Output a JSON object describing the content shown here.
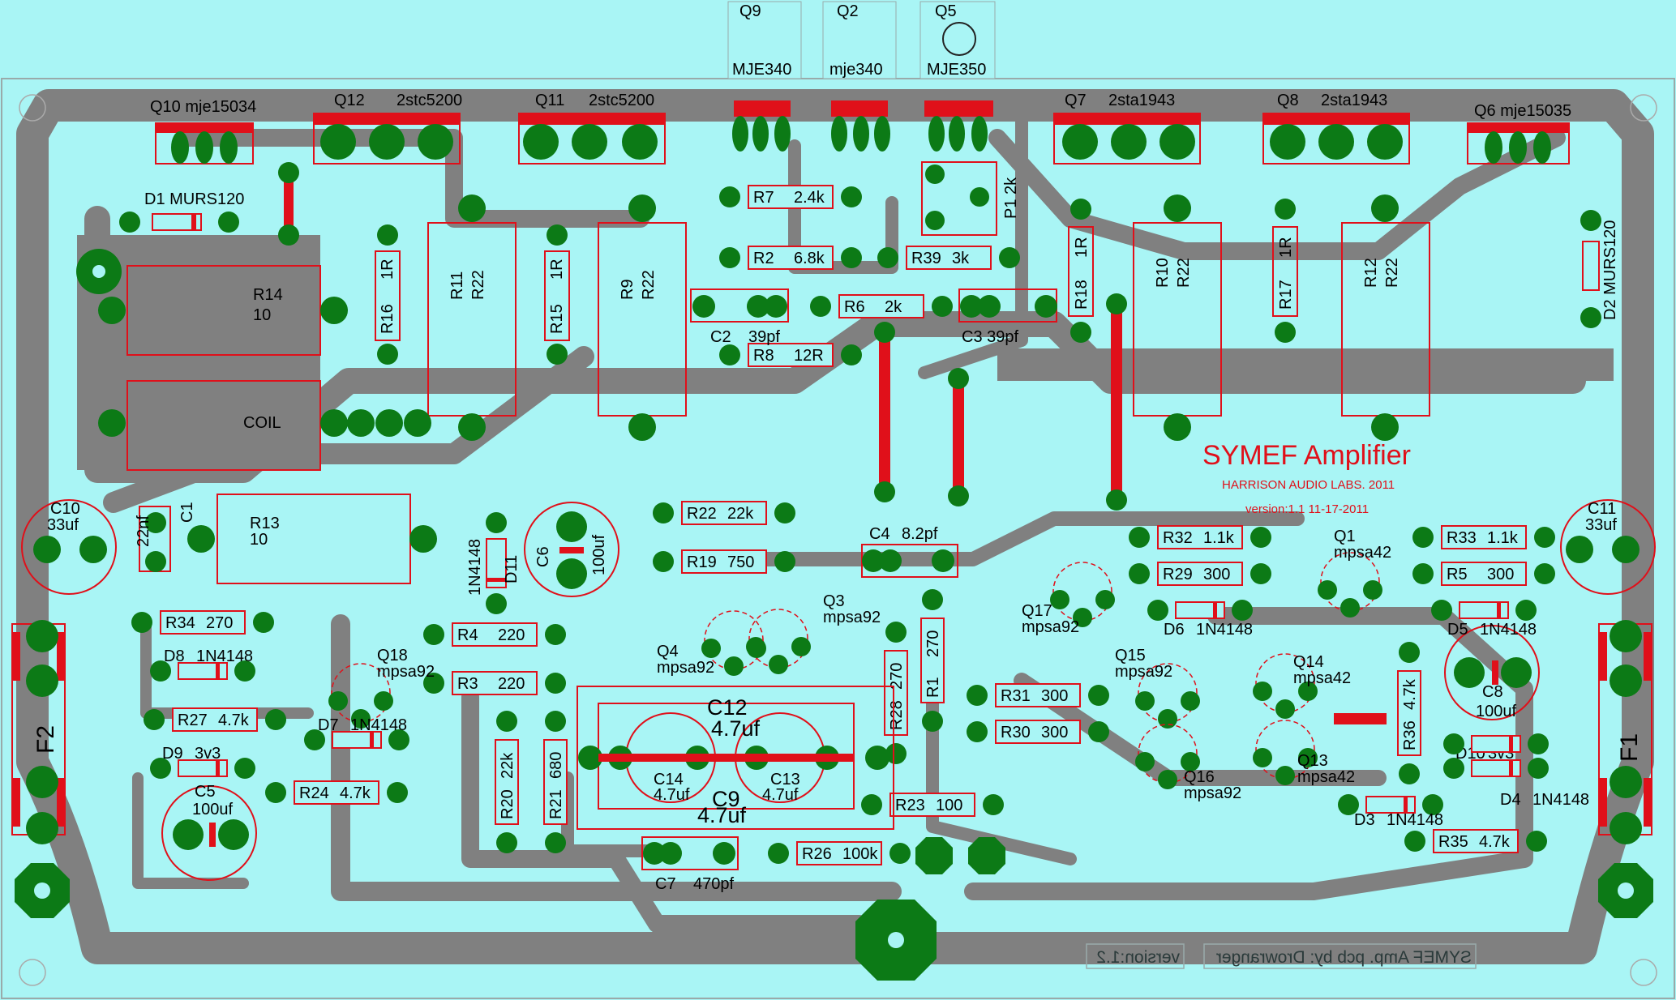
{
  "board": {
    "title": "SYMEF  Amplifier",
    "subtitle": "HARRISON AUDIO LABS. 2011",
    "version_line": "version:1.1     11-17-2011",
    "credit_mirrored": "SYMEF Amp. pcb by: Drowranger",
    "version_mirrored": "version:1.2"
  },
  "colors": {
    "background": "#a9f5f5",
    "copper": "#808080",
    "pad": "#0c7a16",
    "silkscreen": "#e0101a"
  },
  "components": {
    "q9": "Q9",
    "q9_val": "MJE340",
    "q2": "Q2",
    "q2_val": "mje340",
    "q5": "Q5",
    "q5_val": "MJE350",
    "q10": "Q10  mje15034",
    "q12": "Q12",
    "q12_val": "2stc5200",
    "q11": "Q11",
    "q11_val": "2stc5200",
    "q7": "Q7",
    "q7_val": "2sta1943",
    "q8": "Q8",
    "q8_val": "2sta1943",
    "q6": "Q6  mje15035",
    "d1": "D1  MURS120",
    "d2": "D2   MURS120",
    "r7": "R7",
    "r7_val": "2.4k",
    "p1": "P1  2k",
    "r2": "R2",
    "r2_val": "6.8k",
    "r39": "R39",
    "r39_val": "3k",
    "r6": "R6",
    "r6_val": "2k",
    "c2": "C2",
    "c2_val": "39pf",
    "c3": "C3  39pf",
    "r8": "R8",
    "r8_val": "12R",
    "r14": "R14",
    "r14_val": "10",
    "coil": "COIL",
    "r16": "R16",
    "r16_val": "1R",
    "r11": "R11",
    "r11_val": "R22",
    "r15": "R15",
    "r15_val": "1R",
    "r9": "R9",
    "r9_val": "R22",
    "r18": "R18",
    "r18_val": "1R",
    "r10": "R10",
    "r10_val": "R22",
    "r17": "R17",
    "r17_val": "1R",
    "r12": "R12",
    "r12_val": "R22",
    "c10": "C10",
    "c10_val": "33uf",
    "c11": "C11",
    "c11_val": "33uf",
    "c1": "C1",
    "c1_val": "22nf",
    "r13": "R13",
    "r13_val": "10",
    "d11": "D11",
    "d11_val": "1N4148",
    "c6": "C6",
    "c6_val": "100uf",
    "r22": "R22",
    "r22_val": "22k",
    "r19": "R19",
    "r19_val": "750",
    "c4": "C4",
    "c4_val": "8.2pf",
    "r32": "R32",
    "r32_val": "1.1k",
    "r29": "R29",
    "r29_val": "300",
    "r33": "R33",
    "r33_val": "1.1k",
    "r5": "R5",
    "r5_val": "300",
    "q1": "Q1",
    "q1_val": "mpsa42",
    "q17": "Q17",
    "q17_val": "mpsa92",
    "d6": "D6",
    "d6_val": "1N4148",
    "d5": "D5",
    "d5_val": "1N4148",
    "q3": "Q3",
    "q3_val": "mpsa92",
    "q4": "Q4",
    "q4_val": "mpsa92",
    "r34": "R34",
    "r34_val": "270",
    "r4": "R4",
    "r4_val": "220",
    "r3": "R3",
    "r3_val": "220",
    "d8": "D8",
    "d8_val": "1N4148",
    "q18": "Q18",
    "q18_val": "mpsa92",
    "d7": "D7",
    "d7_val": "1N4148",
    "r27": "R27",
    "r27_val": "4.7k",
    "d9": "D9",
    "d9_val": "3v3",
    "c5": "C5",
    "c5_val": "100uf",
    "r24": "R24",
    "r24_val": "4.7k",
    "r20": "R20",
    "r20_val": "22k",
    "r21": "R21",
    "r21_val": "680",
    "c12": "C12",
    "c12_val": "4.7uf",
    "c14": "C14",
    "c14_val": "4.7uf",
    "c13": "C13",
    "c13_val": "4.7uf",
    "c9": "C9",
    "c9_val": "4.7uf",
    "r28": "R28",
    "r28_val": "270",
    "r1": "R1",
    "r1_val": "270",
    "r31": "R31",
    "r31_val": "300",
    "r30": "R30",
    "r30_val": "300",
    "q15": "Q15",
    "q15_val": "mpsa92",
    "q16": "Q16",
    "q16_val": "mpsa92",
    "q14": "Q14",
    "q14_val": "mpsa42",
    "q13": "Q13",
    "q13_val": "mpsa42",
    "r36": "R36",
    "r36_val": "4.7k",
    "c8": "C8",
    "c8_val": "100uf",
    "d10": "D10",
    "d10_val": "3v3",
    "d4": "D4",
    "d4_val": "1N4148",
    "d3": "D3",
    "d3_val": "1N4148",
    "r35": "R35",
    "r35_val": "4.7k",
    "r23": "R23",
    "r23_val": "100",
    "r26": "R26",
    "r26_val": "100k",
    "c7": "C7",
    "c7_val": "470pf",
    "f1": "F1",
    "f2": "F2"
  }
}
